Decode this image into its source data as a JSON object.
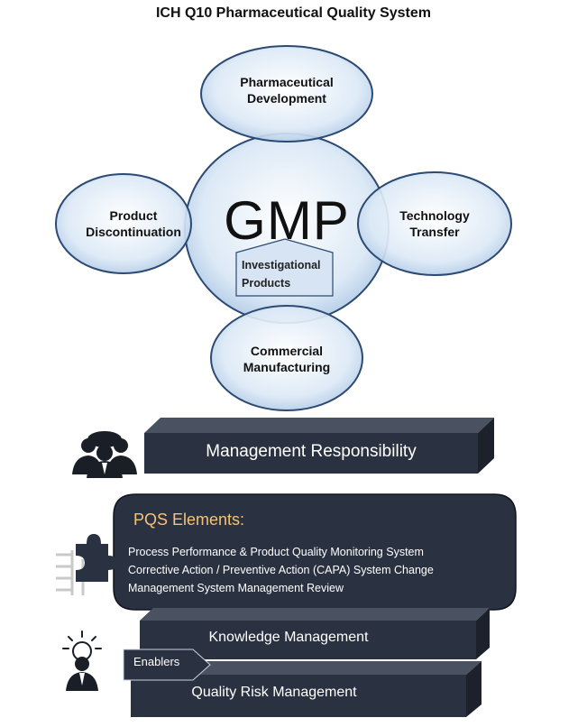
{
  "title": "ICH Q10 Pharmaceutical  Quality System",
  "center": {
    "label": "GMP",
    "sublabel_line1": "Investigational",
    "sublabel_line2": "Products"
  },
  "satellites": {
    "top": {
      "line1": "Pharmaceutical",
      "line2": "Development"
    },
    "left": {
      "line1": "Product",
      "line2": "Discontinuation"
    },
    "right": {
      "line1": "Technology",
      "line2": "Transfer"
    },
    "bottom": {
      "line1": "Commercial",
      "line2": "Manufacturing"
    }
  },
  "management": {
    "label": "Management Responsibility",
    "icon": "people-meeting-icon"
  },
  "pqs": {
    "title": "PQS Elements:",
    "items": [
      "Process Performance & Product Quality Monitoring System",
      "Corrective Action / Preventive Action (CAPA) System Change",
      "Management System Management Review"
    ],
    "icon": "puzzle-icon"
  },
  "enablers": {
    "tag": "Enablers",
    "knowledge": "Knowledge  Management",
    "risk": "Quality  Risk  Management",
    "icon": "lightbulb-person-icon"
  },
  "colors": {
    "ellipse_fill": "#c8dcf0",
    "ellipse_stroke": "#2c4a73",
    "bar_dark": "#2a3140",
    "accent": "#f6c27a"
  }
}
